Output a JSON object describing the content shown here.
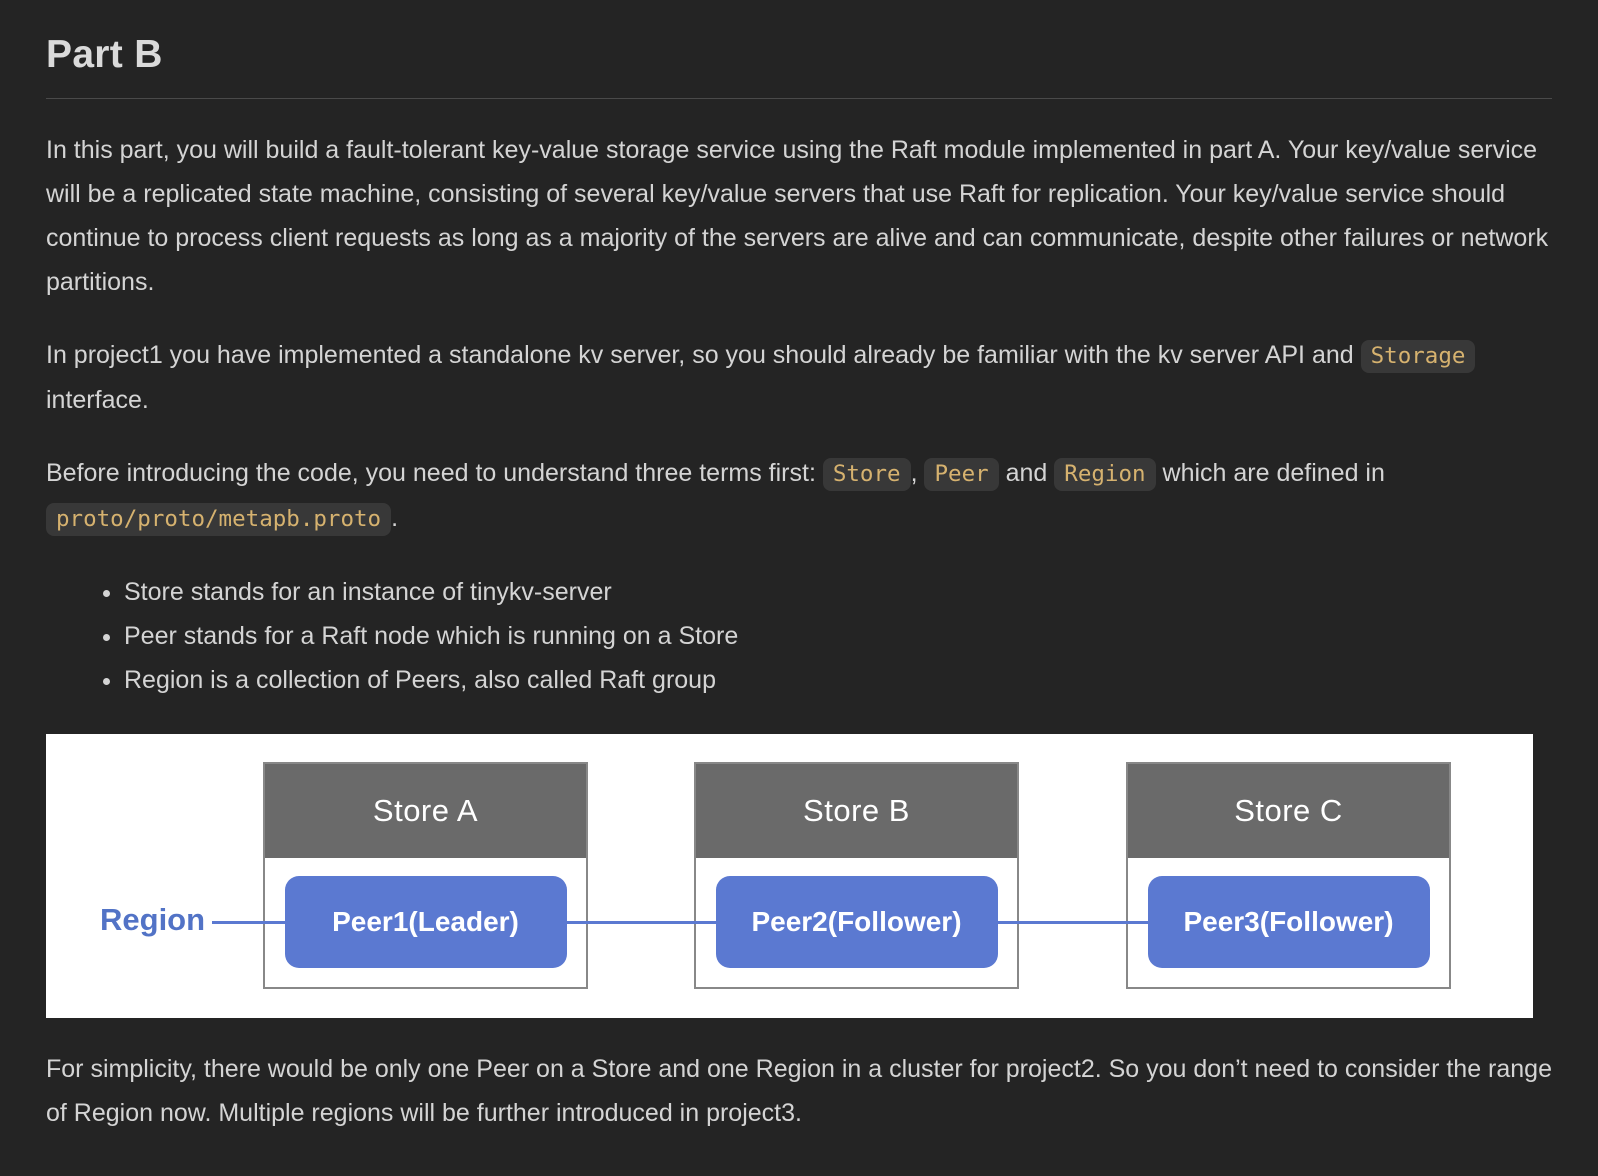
{
  "page": {
    "title": "Part B",
    "paragraph1": "In this part, you will build a fault-tolerant key-value storage service using the Raft module implemented in part A. Your key/value service will be a replicated state machine, consisting of several key/value servers that use Raft for replication. Your key/value service should continue to process client requests as long as a majority of the servers are alive and can communicate, despite other failures or network partitions.",
    "paragraph2": {
      "part1": "In project1 you have implemented a standalone kv server, so you should already be familiar with the kv server API and ",
      "code_storage": "Storage",
      "part2": " interface."
    },
    "paragraph3": {
      "part1": "Before introducing the code, you need to understand three terms first: ",
      "code_store": "Store",
      "sep1": ", ",
      "code_peer": "Peer",
      "sep2": " and ",
      "code_region": "Region",
      "part2": " which are defined in ",
      "code_proto": "proto/proto/metapb.proto",
      "part3": "."
    },
    "bullets": [
      "Store stands for an instance of tinykv-server",
      "Peer stands for a Raft node which is running on a Store",
      "Region is a collection of Peers, also called Raft group"
    ],
    "paragraph4": "For simplicity, there would be only one Peer on a Store and one Region in a cluster for project2. So you don’t need to consider the range of Region now. Multiple regions will be further introduced in project3."
  },
  "diagram": {
    "region_label": "Region",
    "stores": [
      {
        "name": "Store A",
        "peer": "Peer1(Leader)"
      },
      {
        "name": "Store B",
        "peer": "Peer2(Follower)"
      },
      {
        "name": "Store C",
        "peer": "Peer3(Follower)"
      }
    ],
    "colors": {
      "page_background": "#242424",
      "body_text": "#d4d4d4",
      "inline_code_text": "#d6b26f",
      "inline_code_background": "#383838",
      "peer_blue": "#5b79d1",
      "region_label_blue": "#5273c6",
      "store_header_gray": "#6a6a6a",
      "store_border_gray": "#888888",
      "panel_white": "#ffffff"
    }
  }
}
